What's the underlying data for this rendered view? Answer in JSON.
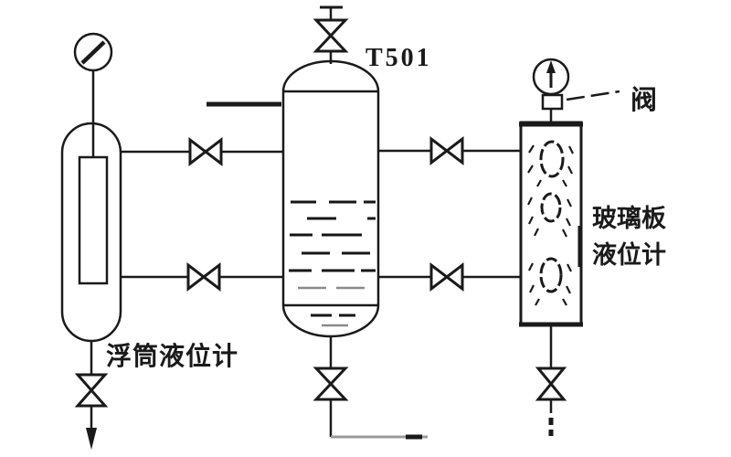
{
  "labels": {
    "tank_tag": "T501",
    "float_gauge": "浮筒液位计",
    "glass_gauge_line1": "玻璃板",
    "glass_gauge_line2": "液位计",
    "valve_pointer": "阀"
  },
  "icons": {
    "left_dial": "pressure-gauge-icon",
    "right_dial": "pressure-gauge-icon",
    "valves": "bowtie-valve-icon"
  },
  "colors": {
    "line": "#1a1a1a",
    "background": "#ffffff"
  }
}
